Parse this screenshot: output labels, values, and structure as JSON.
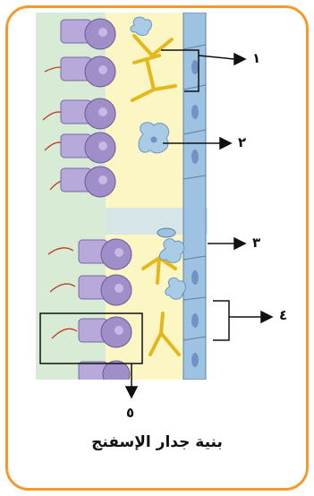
{
  "colors": {
    "frame": "#f39a2a",
    "water_channel": "#d8ecd5",
    "mesohyl": "#fbf6c4",
    "choanocyte": "#9f8ec8",
    "amoebocyte": "#a9cbe6",
    "spicule": "#f2cf3a",
    "pinacocyte": "#9ec3e2",
    "flagellum": "#c0392b"
  },
  "labels": {
    "one": "١",
    "two": "٢",
    "three": "٣",
    "four": "٤",
    "five": "٥"
  },
  "caption": "بنية جدار الإسفنج"
}
